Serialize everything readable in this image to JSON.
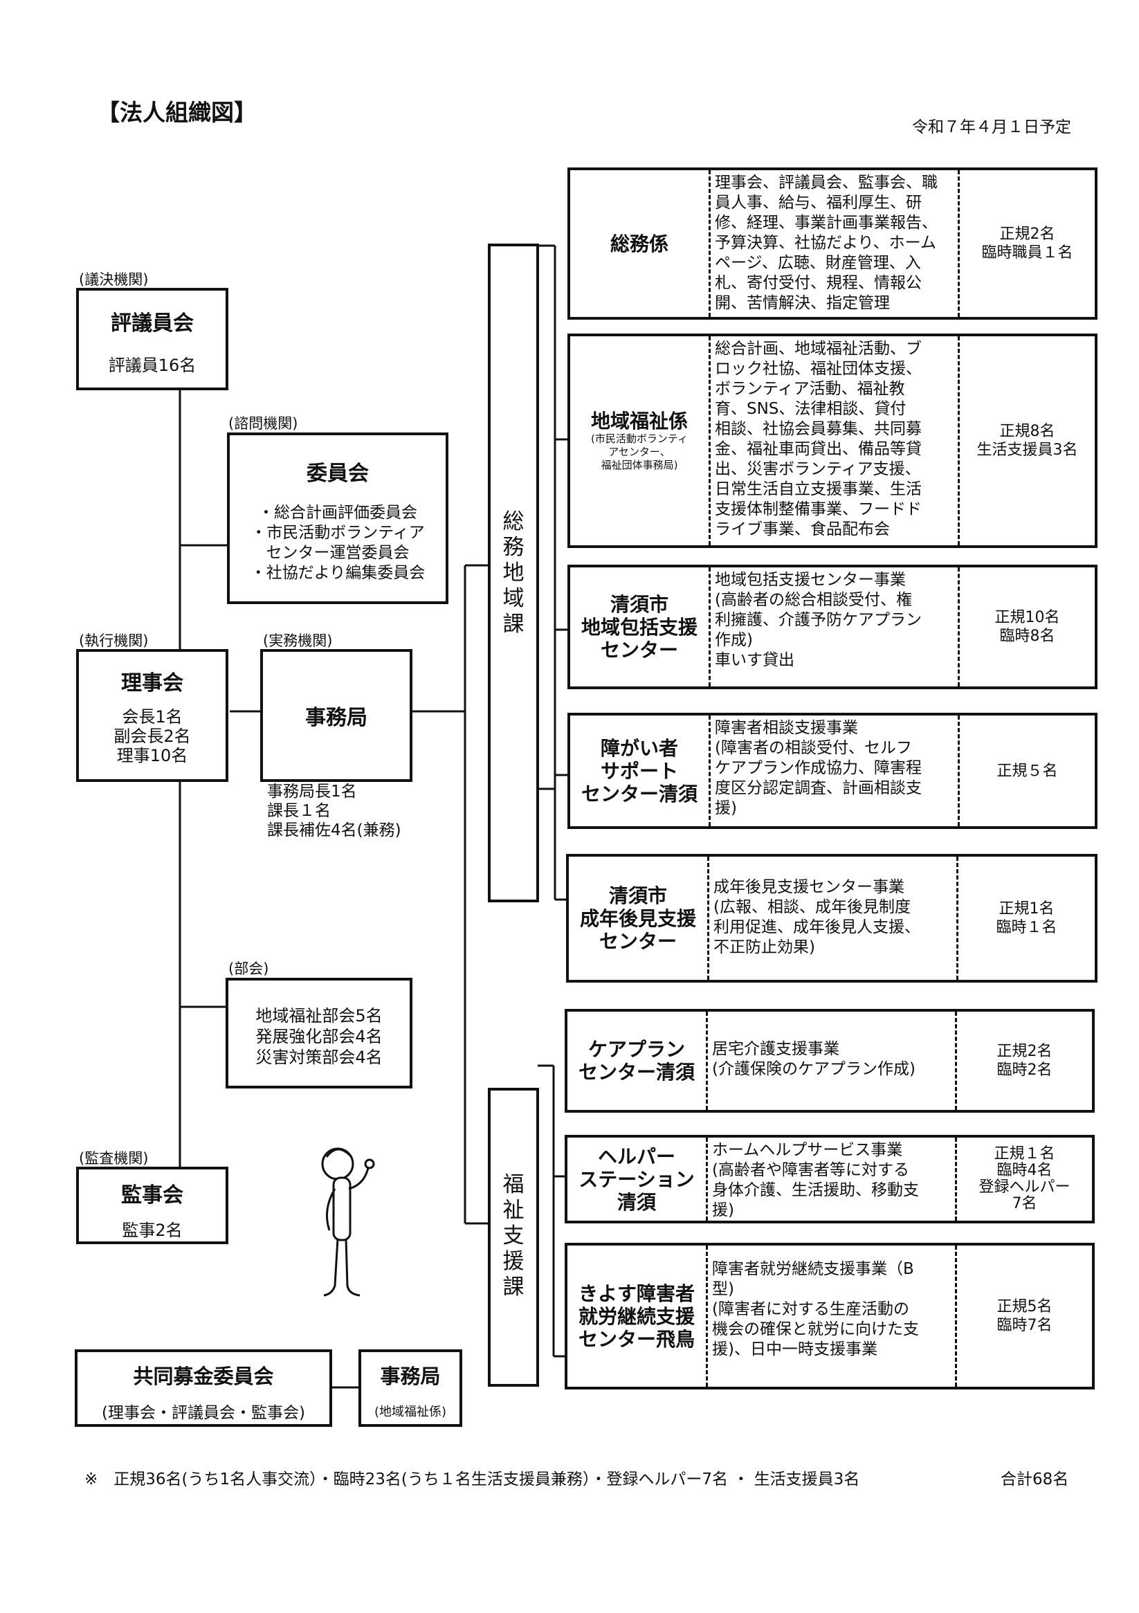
{
  "header": {
    "title": "【法人組織図】",
    "date": "令和７年４月１日予定"
  },
  "left": {
    "giketsu_tag": "(議決機関)",
    "hyogiinkai": {
      "name": "評議員会",
      "detail": "評議員16名"
    },
    "shimon_tag": "(諮問機関)",
    "iinkai": {
      "name": "委員会",
      "items": [
        "・総合計画評価委員会",
        "・市民活動ボランティア",
        "センター運営委員会",
        "・社協だより編集委員会"
      ]
    },
    "shikko_tag": "(執行機関)",
    "rijikai": {
      "name": "理事会",
      "lines": [
        "会長1名",
        "副会長2名",
        "理事10名"
      ]
    },
    "jitsumu_tag": "(実務機関)",
    "jimukyoku": {
      "name": "事務局",
      "lines": [
        "事務局長1名",
        "課長１名",
        "課長補佐4名(兼務)"
      ]
    },
    "bukai_tag": "(部会)",
    "bukai": {
      "lines": [
        "地域福祉部会5名",
        "発展強化部会4名",
        "災害対策部会4名"
      ]
    },
    "kansa_tag": "(監査機関)",
    "kanjikai": {
      "name": "監事会",
      "detail": "監事2名"
    },
    "kyodo": {
      "name": "共同募金委員会",
      "detail": "(理事会・評議員会・監事会)"
    },
    "kyodo_jimukyoku": {
      "name": "事務局",
      "detail": "(地域福祉係)"
    }
  },
  "divisions": {
    "somu": [
      "総",
      "務",
      "地",
      "域",
      "課"
    ],
    "fukushi": [
      "福",
      "祉",
      "支",
      "援",
      "課"
    ]
  },
  "units": [
    {
      "name": [
        "総務係"
      ],
      "note": [],
      "duties": [
        "理事会、評議員会、監事会、職",
        "員人事、給与、福利厚生、研",
        "修、経理、事業計画事業報告、",
        "予算決算、社協だより、ホーム",
        "ページ、広聴、財産管理、入",
        "札、寄付受付、規程、情報公",
        "開、苦情解決、指定管理"
      ],
      "staff": [
        "正規2名",
        "臨時職員１名"
      ]
    },
    {
      "name": [
        "地域福祉係"
      ],
      "note": [
        "(市民活動ボランティ",
        "アセンター、",
        "福祉団体事務局)"
      ],
      "duties": [
        "総合計画、地域福祉活動、ブ",
        "ロック社協、福祉団体支援、",
        "ボランティア活動、福祉教",
        "育、SNS、法律相談、貸付",
        "相談、社協会員募集、共同募",
        "金、福祉車両貸出、備品等貸",
        "出、災害ボランティア支援、",
        "日常生活自立支援事業、生活",
        "支援体制整備事業、フードド",
        "ライブ事業、食品配布会"
      ],
      "staff": [
        "正規8名",
        "生活支援員3名"
      ]
    },
    {
      "name": [
        "清須市",
        "地域包括支援",
        "センター"
      ],
      "note": [],
      "duties": [
        "地域包括支援センター事業",
        "(高齢者の総合相談受付、権",
        "利擁護、介護予防ケアプラン",
        "作成)",
        "車いす貸出"
      ],
      "staff": [
        "正規10名",
        "臨時8名"
      ]
    },
    {
      "name": [
        "障がい者",
        "サポート",
        "センター清須"
      ],
      "note": [],
      "duties": [
        "障害者相談支援事業",
        "(障害者の相談受付、セルフ",
        "ケアプラン作成協力、障害程",
        "度区分認定調査、計画相談支",
        "援)"
      ],
      "staff": [
        "正規５名"
      ]
    },
    {
      "name": [
        "清須市",
        "成年後見支援",
        "センター"
      ],
      "note": [],
      "duties": [
        "成年後見支援センター事業",
        "(広報、相談、成年後見制度",
        "利用促進、成年後見人支援、",
        "不正防止効果)"
      ],
      "staff": [
        "正規1名",
        "臨時１名"
      ]
    },
    {
      "name": [
        "ケアプラン",
        "センター清須"
      ],
      "note": [],
      "duties": [
        "居宅介護支援事業",
        "(介護保険のケアプラン作成)"
      ],
      "staff": [
        "正規2名",
        "臨時2名"
      ]
    },
    {
      "name": [
        "ヘルパー",
        "ステーション",
        "清須"
      ],
      "note": [],
      "duties": [
        "ホームヘルプサービス事業",
        "(高齢者や障害者等に対する",
        "身体介護、生活援助、移動支",
        "援)"
      ],
      "staff": [
        "正規１名",
        "臨時4名",
        "登録ヘルパー",
        "7名"
      ]
    },
    {
      "name": [
        "きよす障害者",
        "就労継続支援",
        "センター飛鳥"
      ],
      "note": [],
      "duties": [
        "障害者就労継続支援事業（B",
        "型)",
        "(障害者に対する生産活動の",
        "機会の確保と就労に向けた支",
        "援)、日中一時支援事業"
      ],
      "staff": [
        "正規5名",
        "臨時7名"
      ]
    }
  ],
  "footer": {
    "note": "※　正規36名(うち1名人事交流）・臨時23名(うち１名生活支援員兼務）・登録ヘルパー7名 ・ 生活支援員3名",
    "total": "合計68名"
  }
}
